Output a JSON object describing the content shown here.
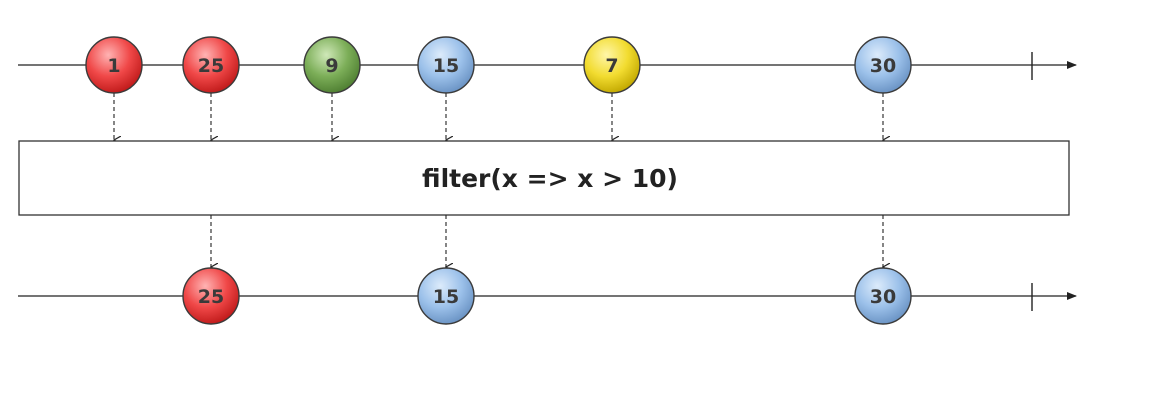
{
  "diagram": {
    "operator": {
      "label": "filter(x => x > 10)"
    },
    "input": {
      "marbles": [
        {
          "value": "1",
          "color": "red",
          "passes": false
        },
        {
          "value": "25",
          "color": "red",
          "passes": true
        },
        {
          "value": "9",
          "color": "green",
          "passes": false
        },
        {
          "value": "15",
          "color": "blue",
          "passes": true
        },
        {
          "value": "7",
          "color": "yellow",
          "passes": false
        },
        {
          "value": "30",
          "color": "blue",
          "passes": true
        }
      ]
    },
    "output": {
      "marbles": [
        {
          "value": "25",
          "color": "red"
        },
        {
          "value": "15",
          "color": "blue"
        },
        {
          "value": "30",
          "color": "blue"
        }
      ]
    },
    "palette": {
      "red": {
        "light": "#ffb3b3",
        "mid": "#f04848",
        "dark": "#c01a1a"
      },
      "green": {
        "light": "#cfe8b8",
        "mid": "#7cae58",
        "dark": "#4f7f32"
      },
      "blue": {
        "light": "#dcebfb",
        "mid": "#9cc1ea",
        "dark": "#6a93c4"
      },
      "yellow": {
        "light": "#fff6a8",
        "mid": "#f2dc30",
        "dark": "#c2a800"
      }
    }
  }
}
